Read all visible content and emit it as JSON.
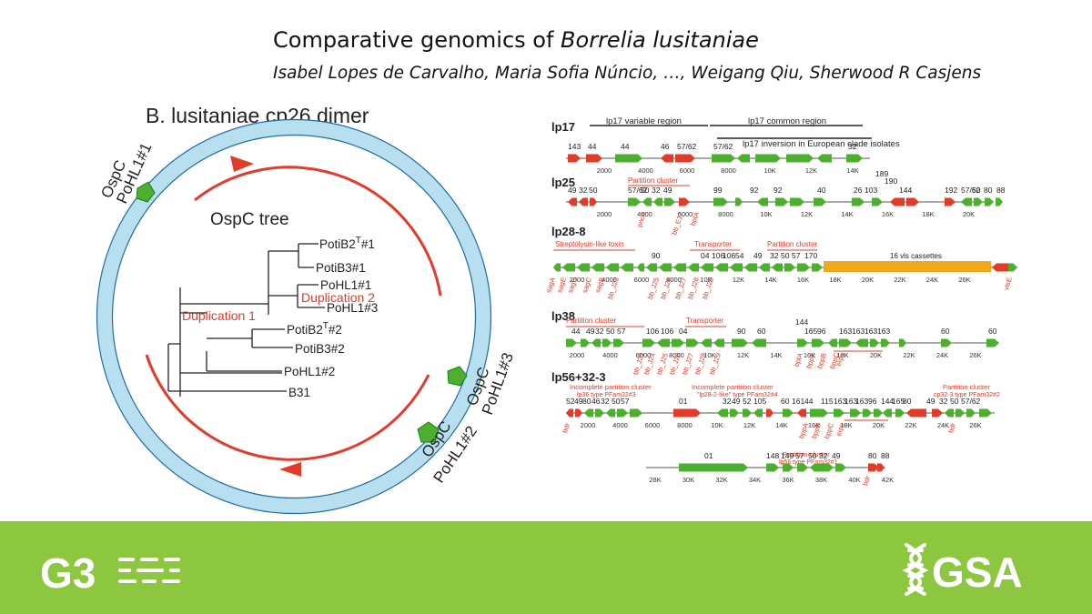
{
  "title": {
    "text": "Comparative genomics of ",
    "species": "Borrelia lusitaniae"
  },
  "authors": "Isabel Lopes de Carvalho, Maria Sofia Núncio, …, Weigang Qiu, Sherwood R Casjens",
  "left_figure": {
    "title": "B. lusitaniae cp26 dimer",
    "tree_title": "OspC tree",
    "duplication_1": "Duplication 1",
    "duplication_2": "Duplication 2",
    "leaves": {
      "potib2t1_a": "PotiB2",
      "potib2t1_b": "T",
      "potib2t1_c": "#1",
      "potib3_1": "PotiB3#1",
      "pohl1_1": "PoHL1#1",
      "pohl1_3": "PoHL1#3",
      "potib2t2_a": "PotiB2",
      "potib2t2_b": "T",
      "potib2t2_c": "#2",
      "potib3_2": "PotiB3#2",
      "pohl1_2": "PoHL1#2",
      "b31": "B31"
    },
    "markers": {
      "ospc": "OspC",
      "m1": "PoHL1#1",
      "m2": "PoHL1#2",
      "m3": "PoHL1#3"
    }
  },
  "plasmids": {
    "lp17": {
      "name": "lp17",
      "variable_region": "lp17 variable region",
      "common_region": "lp17 common region",
      "inversion": "lp17 inversion in European clade isolates",
      "genes": [
        "143",
        "44",
        "44",
        "46",
        "57/62",
        "57/62",
        "32"
      ],
      "ticks": [
        "2000",
        "4000",
        "6000",
        "8000",
        "10K",
        "12K",
        "14K"
      ]
    },
    "lp25": {
      "name": "lp25",
      "partition": "Partition cluster",
      "genes": [
        "49",
        "32",
        "50",
        "57/62",
        "50",
        "32",
        "49",
        "99",
        "92",
        "92",
        "40",
        "26",
        "103",
        "189",
        "190",
        "144",
        "192",
        "57/62",
        "50",
        "80",
        "88"
      ],
      "ticks": [
        "2000",
        "4000",
        "6000",
        "8000",
        "10K",
        "12K",
        "14K",
        "16K",
        "18K",
        "20K"
      ],
      "tags": [
        "pncA",
        "bb_E17",
        "bptA"
      ]
    },
    "lp28_8": {
      "name": "lp28-8",
      "streptolysin": "Streptolysin-like toxin",
      "transporter": "Transporter",
      "partition": "Partition cluster",
      "cassettes": "16 vls cassettes",
      "genes": [
        "90",
        "04",
        "106",
        "106",
        "54",
        "49",
        "32",
        "50",
        "57",
        "170"
      ],
      "ticks": [
        "2000",
        "4000",
        "6000",
        "8000",
        "10K",
        "12K",
        "14K",
        "16K",
        "18K",
        "20K",
        "22K",
        "24K",
        "26K"
      ],
      "tags": [
        "sagA",
        "sagE",
        "sagD",
        "sagC",
        "sagB",
        "bb_J23",
        "bb_J25",
        "bb_J26",
        "bb_J27",
        "bb_J28",
        "bb_J29",
        "vlsE"
      ]
    },
    "lp38": {
      "name": "lp38",
      "partition": "Partition cluster",
      "transporter": "Transporter",
      "genes": [
        "44",
        "49",
        "32",
        "50",
        "57",
        "106",
        "106",
        "04",
        "90",
        "60",
        "144",
        "165",
        "96",
        "163",
        "163",
        "163",
        "163",
        "60",
        "60"
      ],
      "ticks": [
        "2000",
        "4000",
        "6000",
        "8000",
        "10K",
        "12K",
        "14K",
        "16K",
        "18K",
        "20K",
        "22K",
        "24K",
        "26K"
      ],
      "tags": [
        "bb_J23",
        "bb_J24",
        "bb_J25",
        "bb_J26",
        "bb_J27",
        "bb_J28",
        "bb_J29",
        "bptA",
        "bppA",
        "bppB",
        "bppC",
        "erps"
      ]
    },
    "lp56": {
      "name": "lp56+32-3",
      "incomplete": "Incomplete partition cluster",
      "incomplete_sub": "lp36 type PFam32#3",
      "incomplete2": "Incomplete partition cluster",
      "incomplete2_sub": "\"lp28-2-like\" type PFam32#4",
      "partition_right": "Partition cluster",
      "partition_right_sub": "cp32-3 type PFam32#2",
      "partition_bottom": "Partition cluster",
      "partition_bottom_sub": "lp56 type PFam32#1",
      "genes": [
        "52",
        "49",
        "80",
        "46",
        "32",
        "50",
        "57",
        "01",
        "32",
        "49",
        "52",
        "105",
        "60",
        "161",
        "44",
        "115",
        "163",
        "163",
        "163",
        "96",
        "144",
        "165",
        "80",
        "49",
        "32",
        "50",
        "57/62"
      ],
      "ticks": [
        "2000",
        "4000",
        "6000",
        "8000",
        "10K",
        "12K",
        "14K",
        "16K",
        "18K",
        "20K",
        "22K",
        "24K",
        "26K"
      ],
      "tags": [
        "bdr",
        "bppA",
        "bppB",
        "bppC",
        "erps",
        "bdr"
      ],
      "genes2": [
        "01",
        "148",
        "149",
        "57",
        "50",
        "32",
        "49",
        "80",
        "88"
      ],
      "ticks2": [
        "28K",
        "30K",
        "32K",
        "34K",
        "36K",
        "38K",
        "40K",
        "42K"
      ],
      "tags2": [
        "bdr"
      ]
    }
  },
  "footer": {
    "left_logo": "G3",
    "right_logo": "GSA",
    "background": "#8dc63f"
  },
  "colors": {
    "green": "#4caf2e",
    "red": "#e13b2a",
    "orange": "#f2a81d",
    "blue_ring": "#b8dff0"
  }
}
